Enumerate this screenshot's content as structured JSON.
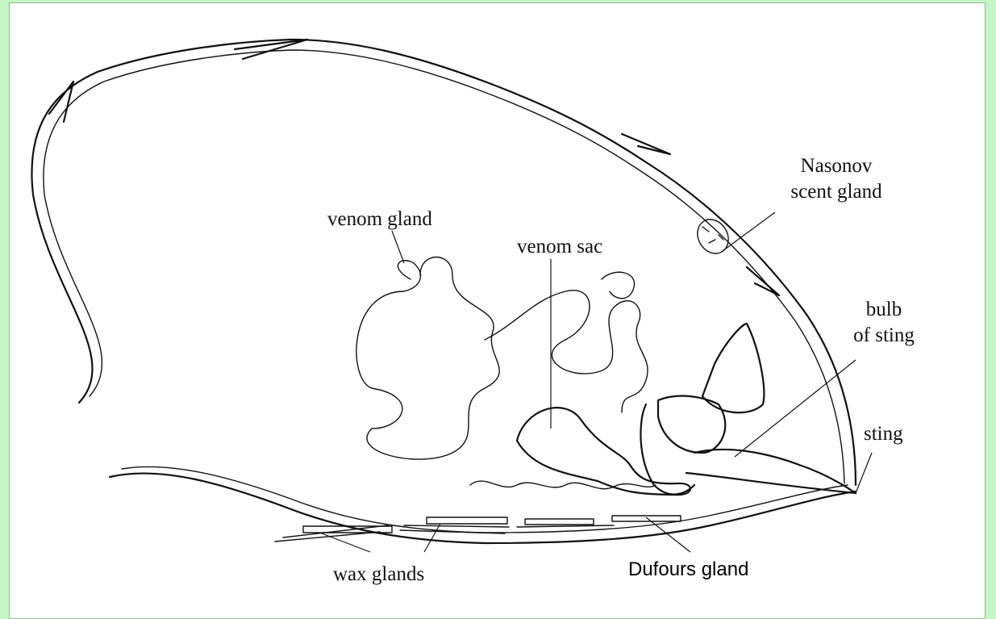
{
  "labels": {
    "nasonov_line1": "Nasonov",
    "nasonov_line2": "scent gland",
    "venom_gland": "venom gland",
    "venom_sac": "venom sac",
    "bulb_line1": "bulb",
    "bulb_line2": "of sting",
    "sting": "sting",
    "wax_glands": "wax glands",
    "dufours_gland": "Dufours gland"
  },
  "colors": {
    "background": "#c6f5c6",
    "panel": "#ffffff",
    "ink": "#111111"
  }
}
